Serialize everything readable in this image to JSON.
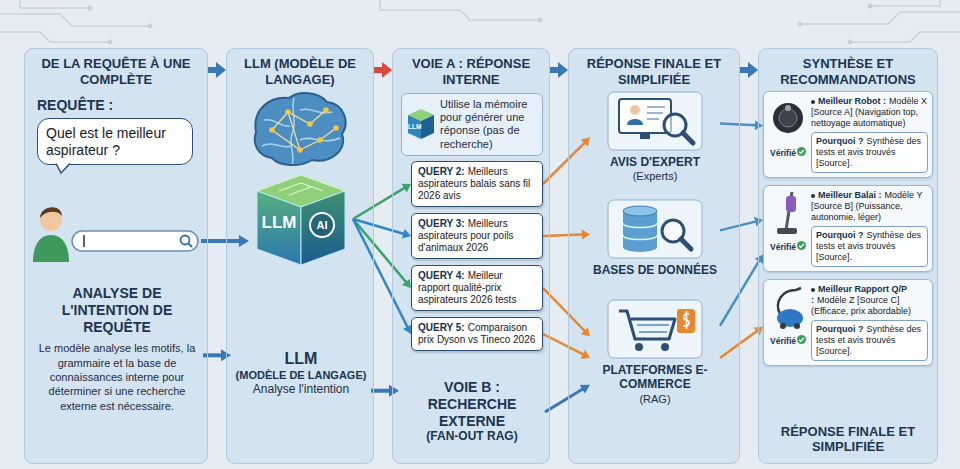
{
  "diagram": {
    "nodes": [
      {
        "text": [
          "DE LA REQUÊTE À UNE COMPLÈTE"
        ]
      },
      {
        "text": [
          "REQUÊTE :",
          "Quel est le meilleur aspirateur ?"
        ],
        "in": 0
      },
      {
        "text": [
          "ANALYSE DE L'INTENTION DE REQUÊTE",
          "Le modèle analyse les motifs, la grammaire et la base de connaissances interne pour déterminer si une recherche externe est nécessaire."
        ],
        "in": 0
      },
      {
        "text": [
          "LLM (MODÈLE DE LANGAGE)"
        ]
      },
      {
        "text": [
          "LLM",
          "AI"
        ],
        "in": 3
      },
      {
        "text": [
          "LLM",
          "(MODÈLE DE LANGAGE)",
          "Analyse l'intention"
        ],
        "in": 3
      },
      {
        "text": [
          "VOIE A : RÉPONSE INTERNE"
        ]
      },
      {
        "text": [
          "LLM",
          "Utilise la mémoire pour générer une réponse (pas de recherche)"
        ],
        "in": 6
      },
      {
        "text": [
          "QUERY 2:",
          "Meilleurs aspirateurs balais sans fil 2026 avis"
        ],
        "in": 6
      },
      {
        "text": [
          "QUERY 3:",
          "Meilleurs aspirateurs pour poils d'animaux 2026"
        ],
        "in": 6
      },
      {
        "text": [
          "QUERY 4:",
          "Meilleur rapport qualité-prix aspirateurs 2026 tests"
        ],
        "in": 6
      },
      {
        "text": [
          "QUERY 5:",
          "Comparaison prix Dyson vs Tineco 2026"
        ],
        "in": 6
      },
      {
        "text": [
          "VOIE B : RECHERCHE EXTERNE",
          "(FAN-OUT RAG)"
        ],
        "in": 6
      },
      {
        "text": [
          "RÉPONSE FINALE ET SIMPLIFIÉE"
        ]
      },
      {
        "text": [
          "AVIS D'EXPERT",
          "(Experts)"
        ],
        "in": 13
      },
      {
        "text": [
          "BASES DE DONNÉES"
        ],
        "in": 13
      },
      {
        "text": [
          "PLATEFORMES E-COMMERCE",
          "(RAG)"
        ],
        "in": 13
      },
      {
        "text": [
          "SYNTHÈSE ET RECOMMANDATIONS",
          "RÉPONSE FINALE ET SIMPLIFIÉE"
        ]
      },
      {
        "text": [
          "Meilleur Robot :",
          "Modèle X [Source A] (Navigation top, nettoyage automatique)",
          "Vérifié"
        ],
        "in": 17
      },
      {
        "text": [
          "Pourquoi ?",
          "Synthèse des tests et avis trouvés [Source]."
        ],
        "in": 18
      },
      {
        "text": [
          "Meilleur Balai :",
          "Modèle Y [Source B] (Puissance, autonomie, léger)",
          "Vérifié"
        ],
        "in": 17
      },
      {
        "text": [
          "Pourquoi ?",
          "Synthèse des tests et avis trouvés [Source]."
        ],
        "in": 20
      },
      {
        "text": [
          "Meilleur Rapport Q/P :",
          "Modèle Z [Source C] (Efficace, prix abordable)",
          "Vérifié"
        ],
        "in": 17
      },
      {
        "text": [
          "Pourquoi ?",
          "Synthèse des tests et avis trouvés [Source]."
        ],
        "in": 22
      }
    ],
    "edges": [
      {
        "from": 0,
        "to": 3,
        "arrow": "to"
      },
      {
        "from": 3,
        "to": 6,
        "arrow": "to"
      },
      {
        "from": 6,
        "to": 13,
        "arrow": "to"
      },
      {
        "from": 13,
        "to": 17,
        "arrow": "to"
      },
      {
        "from": 1,
        "to": 4,
        "arrow": "to"
      },
      {
        "from": 2,
        "to": 5,
        "arrow": "to"
      },
      {
        "from": 4,
        "to": 8,
        "arrow": "to"
      },
      {
        "from": 4,
        "to": 9,
        "arrow": "to"
      },
      {
        "from": 4,
        "to": 10,
        "arrow": "to"
      },
      {
        "from": 4,
        "to": 11,
        "arrow": "to"
      },
      {
        "from": 5,
        "to": 12,
        "arrow": "to"
      },
      {
        "from": 8,
        "to": 14,
        "arrow": "to"
      },
      {
        "from": 9,
        "to": 15,
        "arrow": "to"
      },
      {
        "from": 10,
        "to": 16,
        "arrow": "to"
      },
      {
        "from": 11,
        "to": 16,
        "arrow": "to"
      },
      {
        "from": 12,
        "to": 16,
        "arrow": "to"
      },
      {
        "from": 14,
        "to": 18,
        "arrow": "to"
      },
      {
        "from": 15,
        "to": 20,
        "arrow": "to"
      },
      {
        "from": 16,
        "to": 20,
        "arrow": "to"
      },
      {
        "from": 16,
        "to": 22,
        "arrow": "to"
      }
    ]
  }
}
